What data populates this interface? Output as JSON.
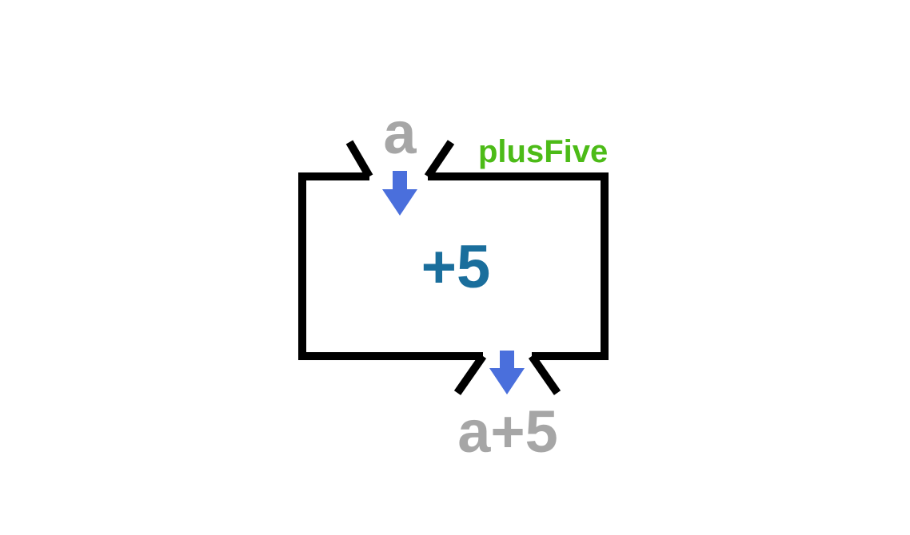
{
  "function": {
    "name": "plusFive",
    "operation": "+5"
  },
  "input": {
    "label": "a"
  },
  "output": {
    "label": "a+5"
  },
  "colors": {
    "frame": "#000000",
    "arrow": "#4a6fdc",
    "name": "#4cbb17",
    "operation": "#1a6e9c",
    "variable": "#a6a6a6",
    "background": "#ffffff"
  }
}
